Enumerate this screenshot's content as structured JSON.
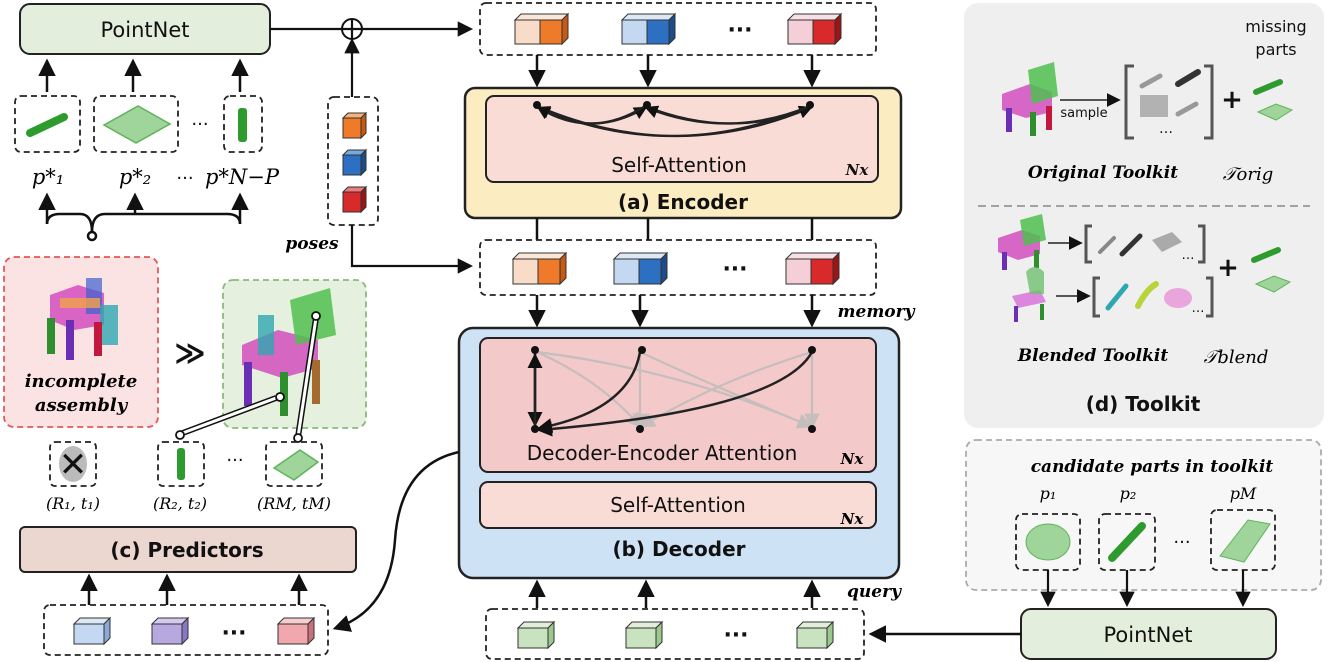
{
  "top_pointnet": {
    "label": "PointNet"
  },
  "bottom_pointnet": {
    "label": "PointNet"
  },
  "parts_row": {
    "labels": [
      "p*₁",
      "p*₂",
      "p*N−P"
    ],
    "ellipsis": "···"
  },
  "poses_label": "poses",
  "memory_label": "memory",
  "query_label": "query",
  "token_ellipsis": "···",
  "encoder": {
    "self_attention": "Self-Attention",
    "repeat": "Nx",
    "title": "(a) Encoder"
  },
  "decoder": {
    "cross_attention": "Decoder-Encoder Attention",
    "self_attention": "Self-Attention",
    "repeat": "Nx",
    "title": "(b) Decoder"
  },
  "predictors": {
    "title": "(c) Predictors"
  },
  "assembly": {
    "incomplete_line1": "incomplete",
    "incomplete_line2": "assembly",
    "arrow": "≫",
    "pose_labels": [
      "(R₁, t₁)",
      "(R₂, t₂)",
      "(RM, tM)"
    ],
    "ellipsis": "···"
  },
  "toolkit": {
    "missing_parts": [
      "missing",
      "parts"
    ],
    "sample": "sample",
    "original": "Original Toolkit",
    "original_symbol": "𝒯orig",
    "blended": "Blended Toolkit",
    "blended_symbol": "𝒯blend",
    "title": "(d) Toolkit",
    "ellipsis": "…",
    "plus": "+"
  },
  "candidates": {
    "title": "candidate parts in toolkit",
    "labels": [
      "p₁",
      "p₂",
      "pM"
    ],
    "ellipsis": "···"
  },
  "colors": {
    "pointnet_fill": "#e3efdc",
    "encoder_fill": "#fbecc2",
    "encoder_border": "#222222",
    "decoder_fill": "#cde2f5",
    "attention_fill": "#f9dcd6",
    "cross_attention_fill": "#f3c9c9",
    "predictors_fill": "#ecd6d0",
    "toolkit_bg": "#efefef",
    "incomplete_bg": "#fbe3e3",
    "complete_bg": "#e6f0de",
    "part_green": "#2e9b2e"
  }
}
